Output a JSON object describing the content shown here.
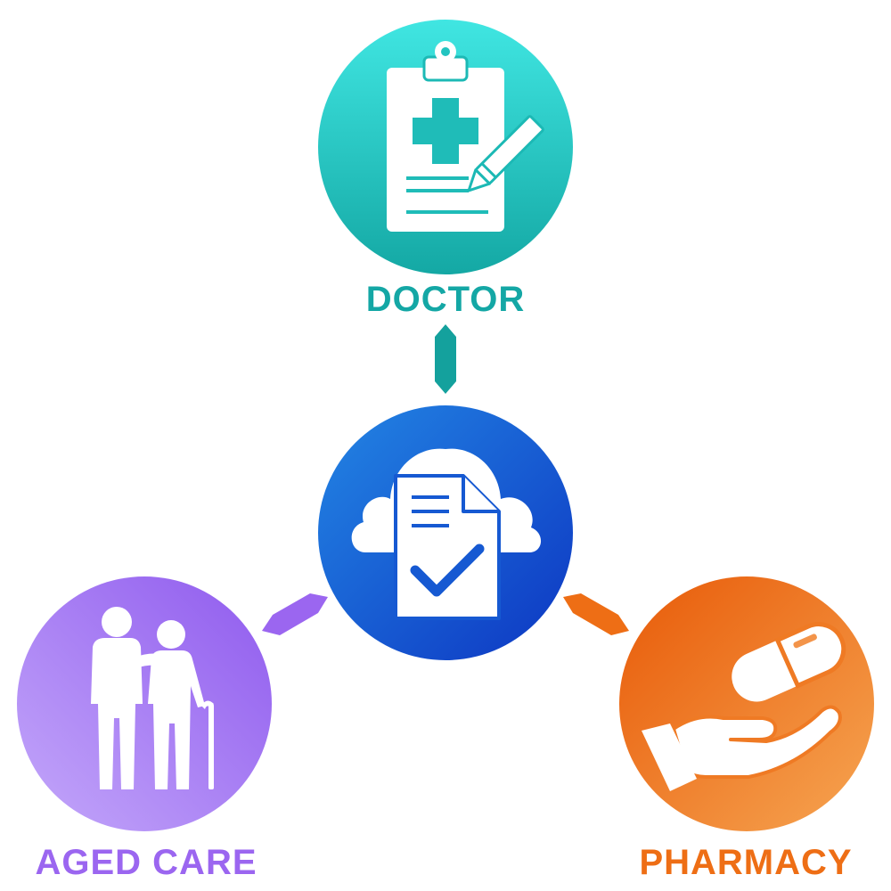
{
  "nodes": {
    "doctor": {
      "label": "DOCTOR",
      "color": "#14a7a5",
      "icon": "clipboard-medical-icon"
    },
    "aged_care": {
      "label": "AGED CARE",
      "color": "#9b66f0",
      "icon": "elderly-couple-icon"
    },
    "pharmacy": {
      "label": "PHARMACY",
      "color": "#ee6e15",
      "icon": "hand-capsule-icon"
    },
    "center": {
      "icon": "cloud-document-check-icon",
      "color": "#1a56d6"
    }
  },
  "colors": {
    "doctor_gradient": [
      "#3ee4e0",
      "#16aba6"
    ],
    "center_gradient": [
      "#1f7be0",
      "#0f3fc7"
    ],
    "aged_gradient": [
      "#b898f8",
      "#9461ee"
    ],
    "pharmacy_gradient": [
      "#e95f0c",
      "#f59a45"
    ]
  }
}
